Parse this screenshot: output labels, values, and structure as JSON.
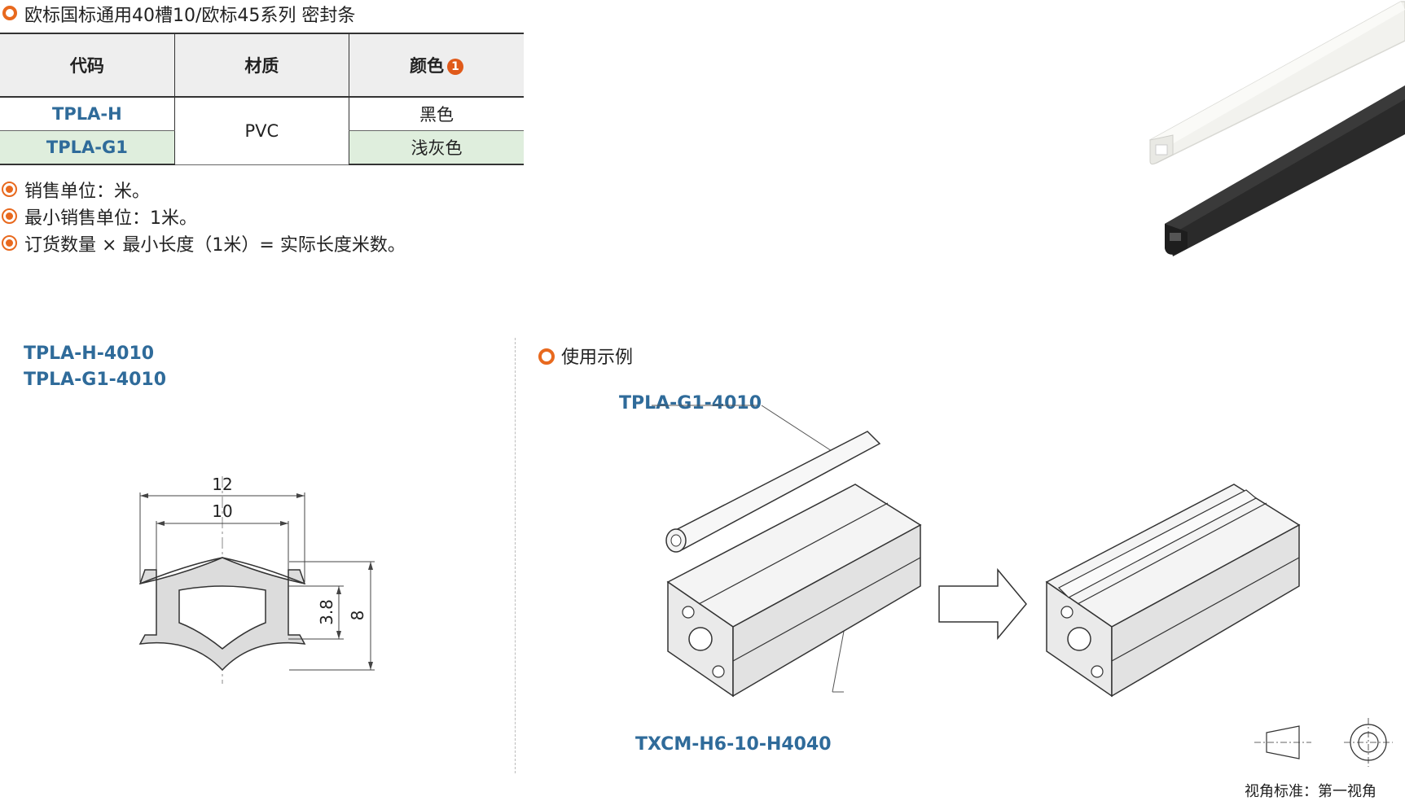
{
  "header": {
    "title": "欧标国标通用40槽10/欧标45系列  密封条"
  },
  "table": {
    "headers": [
      "代码",
      "材质",
      "颜色"
    ],
    "badge": "1",
    "rows": [
      {
        "code": "TPLA-H",
        "color": "黑色"
      },
      {
        "code": "TPLA-G1",
        "color": "浅灰色"
      }
    ],
    "material": "PVC"
  },
  "notes": [
    "销售单位：米。",
    "最小销售单位：1米。",
    "订货数量 × 最小长度（1米）= 实际长度米数。"
  ],
  "drawing": {
    "part_numbers": [
      "TPLA-H-4010",
      "TPLA-G1-4010"
    ],
    "dimensions": {
      "outer_width": "12",
      "inner_width": "10",
      "inner_height": "3.8",
      "outer_height": "8"
    }
  },
  "example": {
    "title": "使用示例",
    "seal_label": "TPLA-G1-4010",
    "profile_label": "TXCM-H6-10-H4040"
  },
  "view_standard": {
    "label": "视角标准：第一视角"
  },
  "colors": {
    "accent": "#e8691e",
    "code_blue": "#2f6b9a",
    "row_highlight": "#dfeedd"
  }
}
